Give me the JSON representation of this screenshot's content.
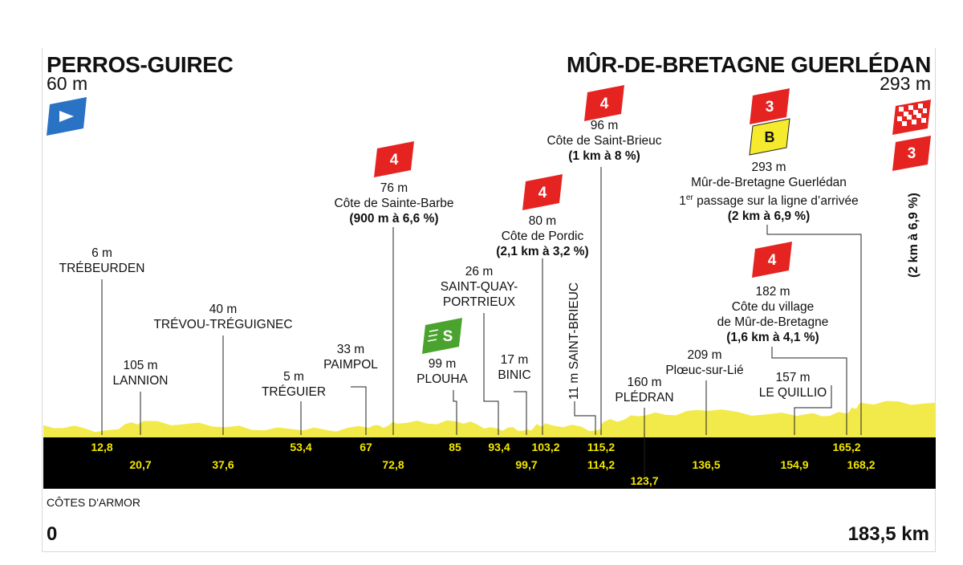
{
  "start": {
    "name": "PERROS-GUIREC",
    "altitude": "60 m",
    "km": "0"
  },
  "finish": {
    "name": "MÛR-DE-BRETAGNE GUERLÉDAN",
    "altitude": "293 m",
    "km": "183,5 km"
  },
  "region": "CÔTES D'ARMOR",
  "colors": {
    "profile_fill": "#f2ea4a",
    "profile_band": "#000000",
    "km_text": "#f2e600",
    "kom_badge": "#e52421",
    "sprint_badge": "#4aa32e",
    "bonus_badge": "#f5ea2d",
    "start_flag": "#2a73c4"
  },
  "badges": {
    "kom4": "4",
    "kom3": "3",
    "sprint": "S",
    "bonus": "B"
  },
  "points": [
    {
      "id": "trebeurden",
      "altitude": "6 m",
      "name": "TRÉBEURDEN",
      "km": "12,8"
    },
    {
      "id": "lannion",
      "altitude": "105 m",
      "name": "LANNION",
      "km": "20,7"
    },
    {
      "id": "trevou",
      "altitude": "40 m",
      "name": "TRÉVOU-TRÉGUIGNEC",
      "km": "37,6"
    },
    {
      "id": "treguier",
      "altitude": "5 m",
      "name": "TRÉGUIER",
      "km": "53,4"
    },
    {
      "id": "paimpol",
      "altitude": "33 m",
      "name": "PAIMPOL",
      "km": "67"
    },
    {
      "id": "sainte-barbe",
      "altitude": "76 m",
      "name": "Côte de Sainte-Barbe",
      "climb": "(900 m à 6,6 %)",
      "km": "72,8"
    },
    {
      "id": "plouha",
      "altitude": "99 m",
      "name": "PLOUHA",
      "km": "85"
    },
    {
      "id": "saint-quay",
      "altitude": "26 m",
      "name_line1": "SAINT-QUAY-",
      "name_line2": "PORTRIEUX",
      "km": "93,4"
    },
    {
      "id": "binic",
      "altitude": "17 m",
      "name": "BINIC",
      "km": "99,7"
    },
    {
      "id": "pordic",
      "altitude": "80 m",
      "name": "Côte de Pordic",
      "climb": "(2,1 km à 3,2 %)",
      "km": "103,2"
    },
    {
      "id": "saint-brieuc-town",
      "label": "11 m SAINT-BRIEUC",
      "km": "114,2"
    },
    {
      "id": "saint-brieuc",
      "altitude": "96 m",
      "name": "Côte de Saint-Brieuc",
      "climb": "(1 km à 8 %)",
      "km": "115,2"
    },
    {
      "id": "pledran",
      "altitude": "160 m",
      "name": "PLÉDRAN",
      "km": "123,7"
    },
    {
      "id": "ploeuc",
      "altitude": "209 m",
      "name": "Plœuc-sur-Lié",
      "km": "136,5"
    },
    {
      "id": "quillio",
      "altitude": "157 m",
      "name": "LE QUILLIO",
      "km": "154,9"
    },
    {
      "id": "village-mur",
      "altitude": "182 m",
      "name_line1": "Côte du village",
      "name_line2": "de Mûr-de-Bretagne",
      "climb": "(1,6 km à 4,1 %)",
      "km": "165,2"
    },
    {
      "id": "mur-first",
      "altitude": "293 m",
      "name": "Mûr-de-Bretagne Guerlédan",
      "passage_sup": "er",
      "passage_pre": "1",
      "passage_post": " passage sur la ligne d’arrivée",
      "climb": "(2 km à 6,9 %)",
      "km": "168,2"
    }
  ],
  "finish_climb": "(2 km à 6,9 %)",
  "chart_data": {
    "type": "area",
    "xlabel": "",
    "ylabel": "",
    "xlim": [
      0,
      183.5
    ],
    "x": [
      0,
      12.8,
      20.7,
      37.6,
      53.4,
      67,
      72.8,
      85,
      93.4,
      99.7,
      103.2,
      114.2,
      115.2,
      123.7,
      136.5,
      154.9,
      165.2,
      168.2,
      183.5
    ],
    "y": [
      60,
      6,
      105,
      40,
      5,
      33,
      76,
      99,
      26,
      17,
      80,
      11,
      96,
      160,
      209,
      157,
      182,
      293,
      293
    ]
  }
}
